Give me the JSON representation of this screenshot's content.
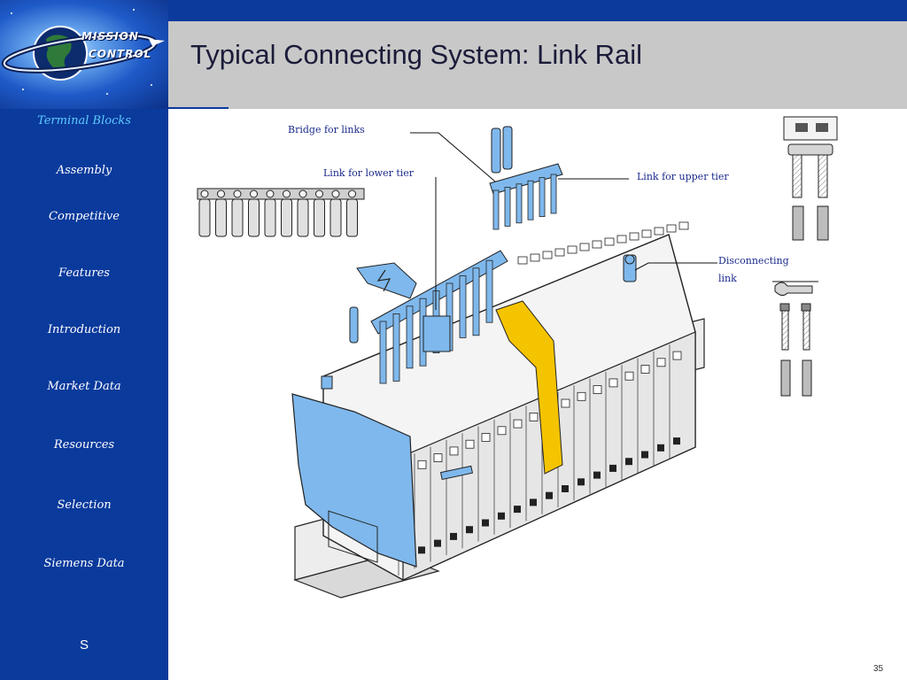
{
  "header": {
    "title": "Typical Connecting System:  Link Rail"
  },
  "logo": {
    "line1": "MISSION",
    "line2": "CONTROL"
  },
  "sidebar": {
    "items": [
      {
        "label": "Terminal Blocks",
        "active": true
      },
      {
        "label": "Assembly",
        "active": false
      },
      {
        "label": "Competitive",
        "active": false
      },
      {
        "label": "Features",
        "active": false
      },
      {
        "label": "Introduction",
        "active": false
      },
      {
        "label": "Market Data",
        "active": false
      },
      {
        "label": "Resources",
        "active": false
      },
      {
        "label": "Selection",
        "active": false
      },
      {
        "label": "Siemens Data",
        "active": false
      }
    ],
    "footer": "S"
  },
  "diagram": {
    "labels": {
      "bridge": "Bridge for links",
      "lower_tier": "Link for lower tier",
      "upper_tier": "Link for upper tier",
      "disconnecting_line1": "Disconnecting",
      "disconnecting_line2": "link"
    },
    "colors": {
      "accent_blue": "#7fb8ec",
      "barrier_yellow": "#f5c400",
      "outline": "#222222"
    }
  },
  "footer": {
    "page_number": "35"
  },
  "colors": {
    "sidebar_bg": "#0a3a9c",
    "title_band": "#c8c8c8",
    "active_nav": "#5ecbff"
  }
}
